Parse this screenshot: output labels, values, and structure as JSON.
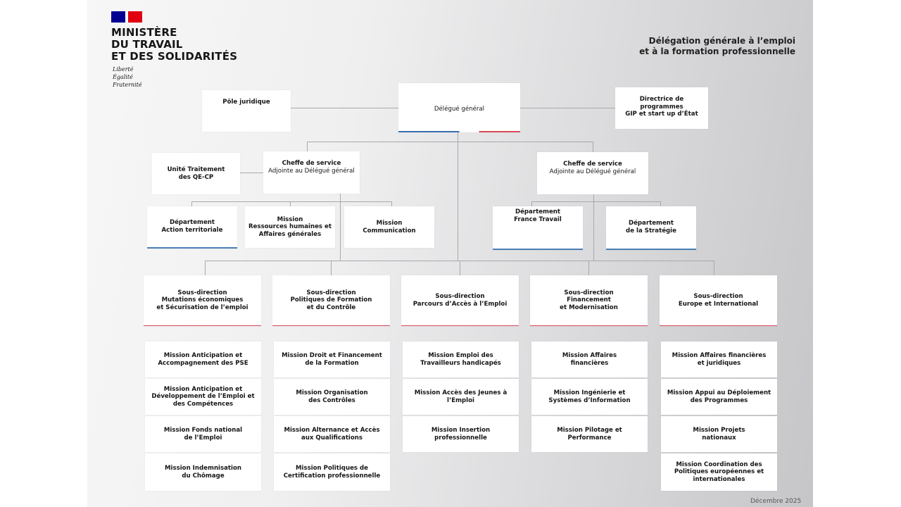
{
  "header": {
    "ministry_lines": [
      "MINISTÈRE",
      "DU TRAVAIL",
      "ET DES SOLIDARITÉS"
    ],
    "motto": [
      "Liberté",
      "Égalité",
      "Fraternité"
    ],
    "title_lines": [
      "Délégation générale à l’emploi",
      "et à la formation professionnelle"
    ],
    "date": "Décembre 2025"
  },
  "colors": {
    "blue": "#000091",
    "red": "#e1000f",
    "accent_blue": "#4a7fb5",
    "accent_red": "#d84a5a"
  },
  "top": {
    "pole": "Pôle juridique",
    "delegue": "Délégué général",
    "directrice": [
      "Directrice de programmes",
      "GIP et start up d’État"
    ],
    "unite": [
      "Unité Traitement",
      "des QE-CP"
    ],
    "cheffe_left": {
      "title": "Cheffe de service",
      "sub": "Adjointe au Délégué général"
    },
    "cheffe_right": {
      "title": "Cheffe de service",
      "sub": "Adjointe au Délégué général"
    },
    "dept_action": [
      "Département",
      "Action territoriale"
    ],
    "mission_rh": [
      "Mission",
      "Ressources humaines et",
      "Affaires générales"
    ],
    "mission_com": [
      "Mission",
      "Communication"
    ],
    "dept_ft": [
      "Département",
      "France Travail"
    ],
    "dept_strat": [
      "Département",
      "de la Stratégie"
    ]
  },
  "columns": [
    {
      "sd": [
        "Sous-direction",
        "Mutations économiques",
        "et Sécurisation de l’emploi"
      ],
      "missions": [
        [
          "Mission Anticipation et",
          "Accompagnement des PSE"
        ],
        [
          "Mission Anticipation et",
          "Développement de l’Emploi et",
          "des Compétences"
        ],
        [
          "Mission Fonds national",
          "de l’Emploi"
        ],
        [
          "Mission Indemnisation",
          "du Chômage"
        ]
      ]
    },
    {
      "sd": [
        "Sous-direction",
        "Politiques de Formation",
        "et du Contrôle"
      ],
      "missions": [
        [
          "Mission Droit et Financement",
          "de la Formation"
        ],
        [
          "Mission Organisation",
          "des Contrôles"
        ],
        [
          "Mission Alternance et Accès",
          "aux Qualifications"
        ],
        [
          "Mission Politiques de",
          "Certification professionnelle"
        ]
      ]
    },
    {
      "sd": [
        "Sous-direction",
        "Parcours d’Accès à l’Emploi"
      ],
      "missions": [
        [
          "Mission Emploi des",
          "Travailleurs handicapés"
        ],
        [
          "Mission Accès des Jeunes à",
          "l’Emploi"
        ],
        [
          "Mission Insertion",
          "professionnelle"
        ]
      ]
    },
    {
      "sd": [
        "Sous-direction",
        "Financement",
        "et Modernisation"
      ],
      "missions": [
        [
          "Mission Affaires",
          "financières"
        ],
        [
          "Mission Ingénierie et",
          "Systèmes d’Information"
        ],
        [
          "Mission Pilotage et",
          "Performance"
        ]
      ]
    },
    {
      "sd": [
        "Sous-direction",
        "Europe et International"
      ],
      "missions": [
        [
          "Mission Affaires financières",
          "et juridiques"
        ],
        [
          "Mission Appui au Déploiement",
          "des Programmes"
        ],
        [
          "Mission Projets",
          "nationaux"
        ],
        [
          "Mission Coordination des",
          "Politiques européennes et",
          "internationales"
        ]
      ]
    }
  ]
}
